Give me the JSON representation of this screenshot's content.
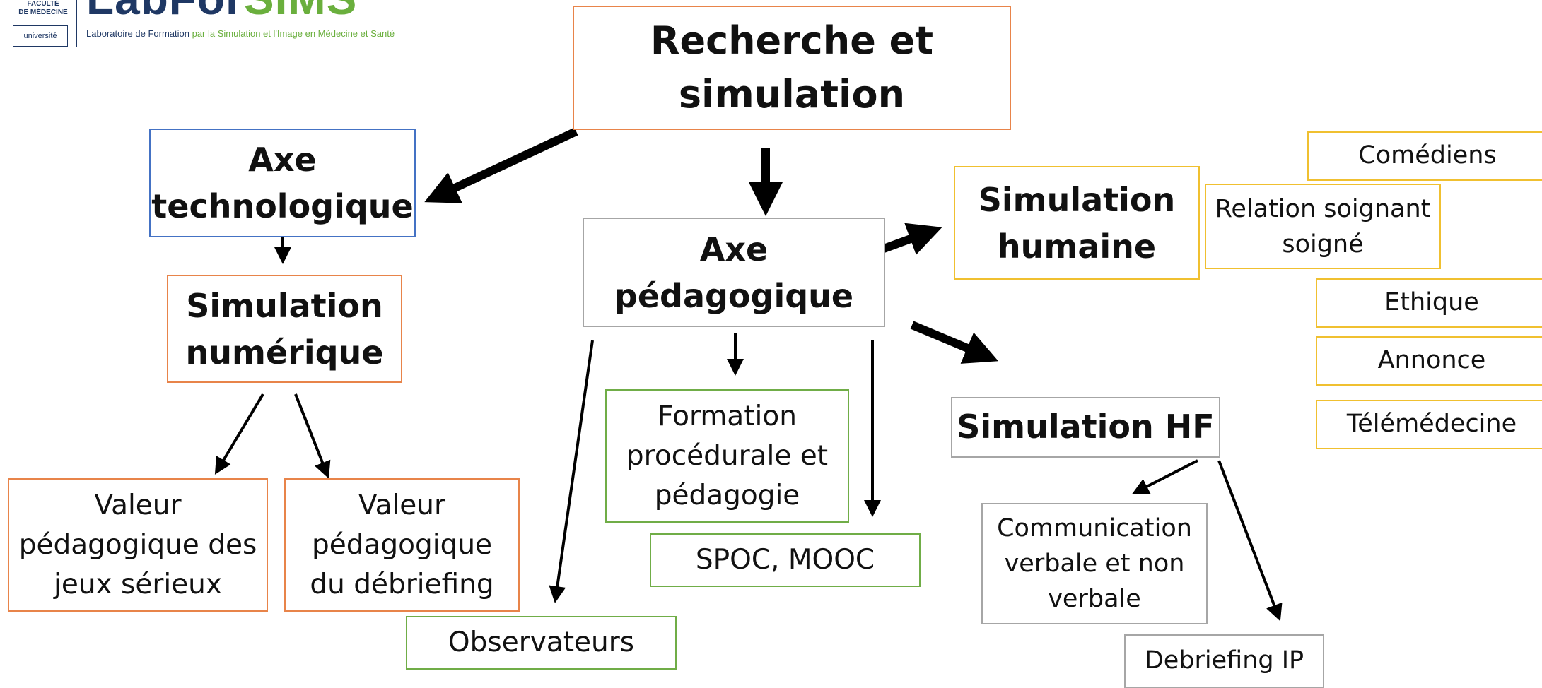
{
  "logo": {
    "faculty": "FACULTÉ\nDE MÉDECINE",
    "university": "université",
    "lab": "LabFor",
    "sims": "SIMS",
    "tagline_a": "Laboratoire de Formation",
    "tagline_b": " par la Simulation et l'Image en Médecine et Santé"
  },
  "nodes": {
    "recherche": "Recherche et\nsimulation",
    "axe_techno": "Axe\ntechnologique",
    "sim_numerique": "Simulation\nnumérique",
    "valeur_jeux": "Valeur\npédagogique des\njeux sérieux",
    "valeur_debrief": "Valeur\npédagogique\ndu débriefing",
    "axe_peda": "Axe\npédagogique",
    "formation": "Formation\nprocédurale et\npédagogie",
    "spoc": "SPOC, MOOC",
    "observateurs": "Observateurs",
    "sim_humaine": "Simulation\nhumaine",
    "comediens": "Comédiens",
    "relation": "Relation soignant\nsoigné",
    "ethique": "Ethique",
    "annonce": "Annonce",
    "telemedecine": "Télémédecine",
    "sim_hf": "Simulation HF",
    "communication": "Communication\nverbale et non\nverbale",
    "debriefing_ip": "Debriefing IP"
  },
  "colors": {
    "orange": "#e8844a",
    "blue": "#4472c4",
    "grey": "#a6a6a6",
    "green": "#70ad47",
    "gold": "#f0c030",
    "arrow": "#000000"
  }
}
